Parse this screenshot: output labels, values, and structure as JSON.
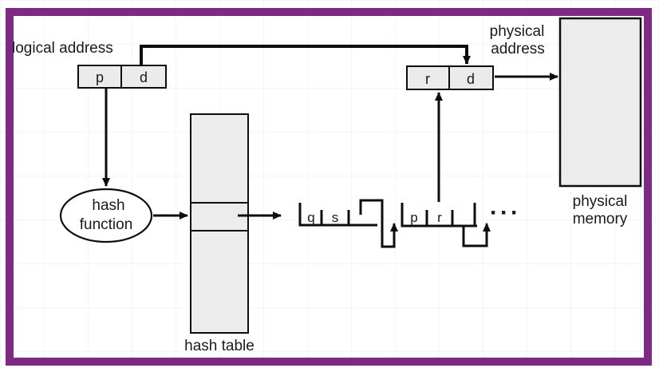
{
  "figure": {
    "type": "hashed-page-table-diagram",
    "labels": {
      "logical_address": "logical address",
      "physical_address_line1": "physical",
      "physical_address_line2": "address",
      "hash_function_line1": "hash",
      "hash_function_line2": "function",
      "hash_table": "hash table",
      "physical_memory_line1": "physical",
      "physical_memory_line2": "memory"
    },
    "logical_address_box": {
      "field_p": "p",
      "field_d": "d"
    },
    "physical_address_box": {
      "field_r": "r",
      "field_d": "d"
    },
    "linked_list": {
      "node1": {
        "field1": "q",
        "field2": "s"
      },
      "node2": {
        "field1": "p",
        "field2": "r"
      },
      "ellipsis_icon": "···"
    },
    "colors": {
      "frame_border": "#7d2a85",
      "box_fill": "#ebebeb",
      "line": "#0d0d0d",
      "background": "#ffffff"
    }
  }
}
